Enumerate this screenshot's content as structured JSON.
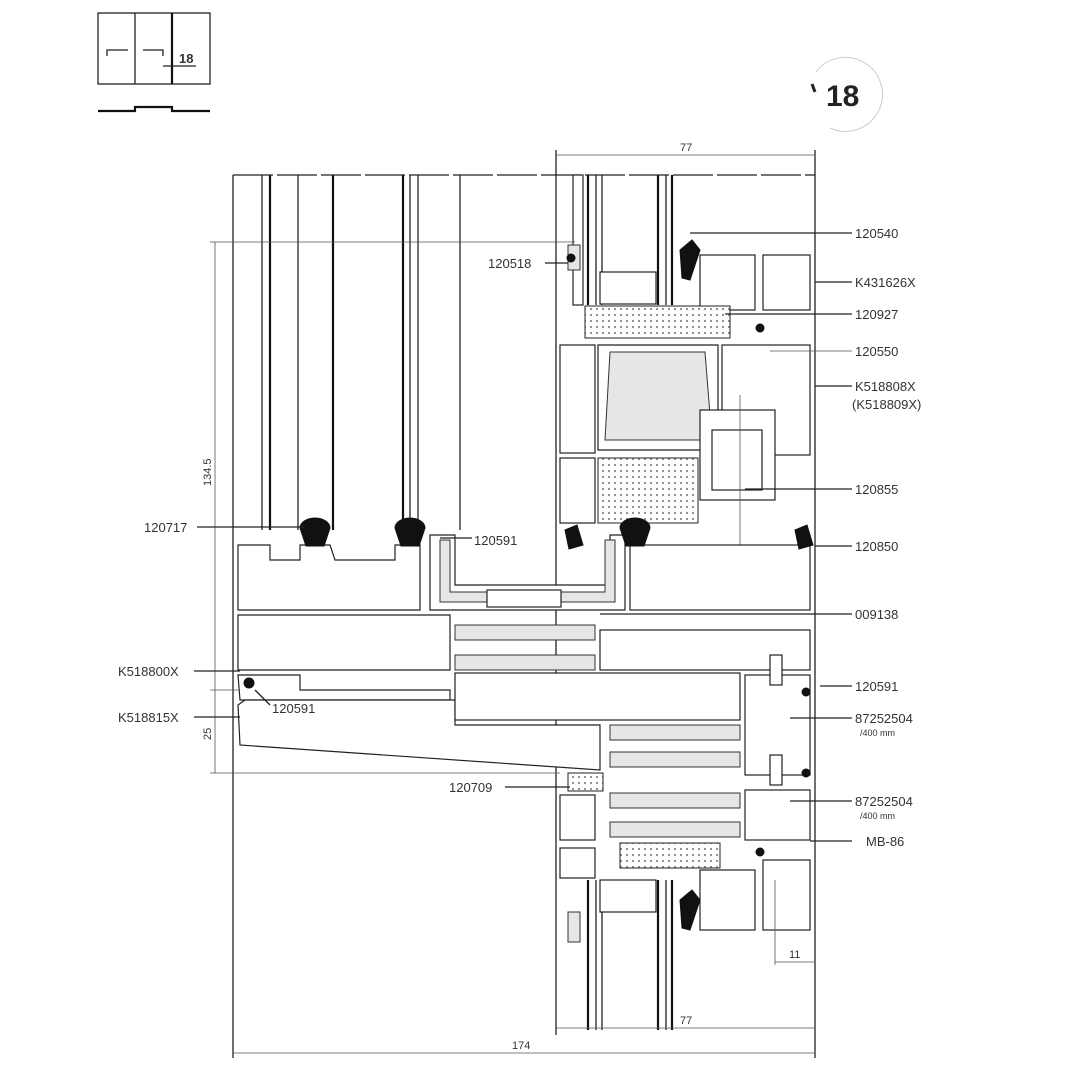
{
  "key_plan": {
    "section_number": "18"
  },
  "section_marker": {
    "number": "18"
  },
  "dimensions": {
    "top_width": "77",
    "bottom_width": "77",
    "total_width": "174",
    "height_upper": "134.5",
    "height_lower": "25",
    "offset": "11"
  },
  "labels_right": [
    {
      "code": "120540"
    },
    {
      "code": "K431626X"
    },
    {
      "code": "120927"
    },
    {
      "code": "120550"
    },
    {
      "code": "K518808X",
      "alt": "(K518809X)"
    },
    {
      "code": "120855"
    },
    {
      "code": "120850"
    },
    {
      "code": "009138"
    },
    {
      "code": "120591"
    },
    {
      "code": "87252504",
      "note": "/400 mm"
    },
    {
      "code": "87252504",
      "note": "/400 mm"
    },
    {
      "code": "MB-86"
    }
  ],
  "labels_left": [
    {
      "code": "120518"
    },
    {
      "code": "120717"
    },
    {
      "code": "120591"
    },
    {
      "code": "K518800X"
    },
    {
      "code": "K518815X"
    },
    {
      "code": "120591"
    },
    {
      "code": "120709"
    }
  ]
}
